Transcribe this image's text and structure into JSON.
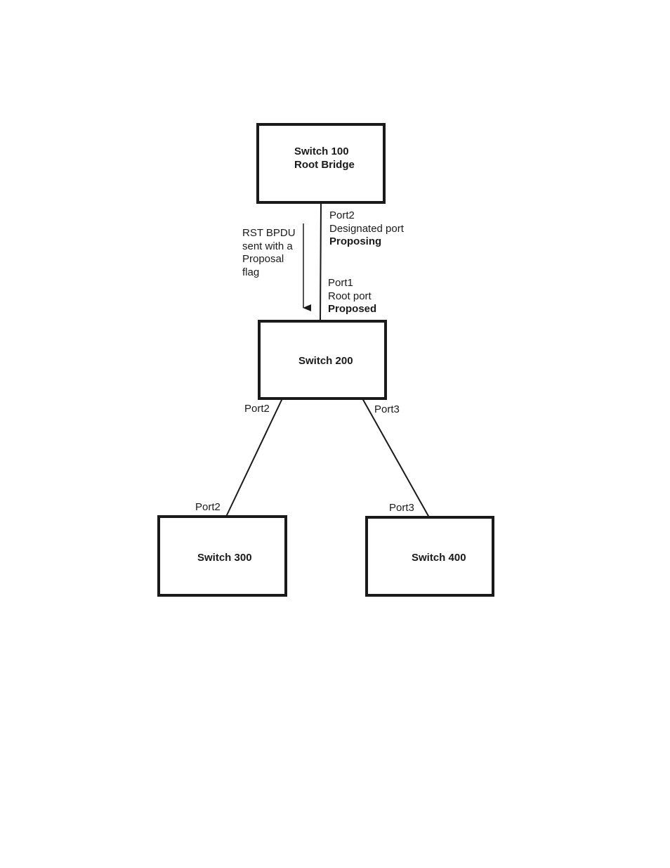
{
  "switches": {
    "s100": {
      "name": "Switch 100",
      "role": "Root Bridge"
    },
    "s200": {
      "name": "Switch 200"
    },
    "s300": {
      "name": "Switch 300"
    },
    "s400": {
      "name": "Switch 400"
    }
  },
  "annotations": {
    "s100_port": {
      "port": "Port2",
      "role": "Designated port",
      "state": "Proposing"
    },
    "s200_port1": {
      "port": "Port1",
      "role": "Root port",
      "state": "Proposed"
    },
    "s200_port2": "Port2",
    "s200_port3": "Port3",
    "s300_port2": "Port2",
    "s400_port3": "Port3"
  },
  "bpdu_note": [
    "RST BPDU",
    "sent with a",
    "Proposal",
    "flag"
  ]
}
